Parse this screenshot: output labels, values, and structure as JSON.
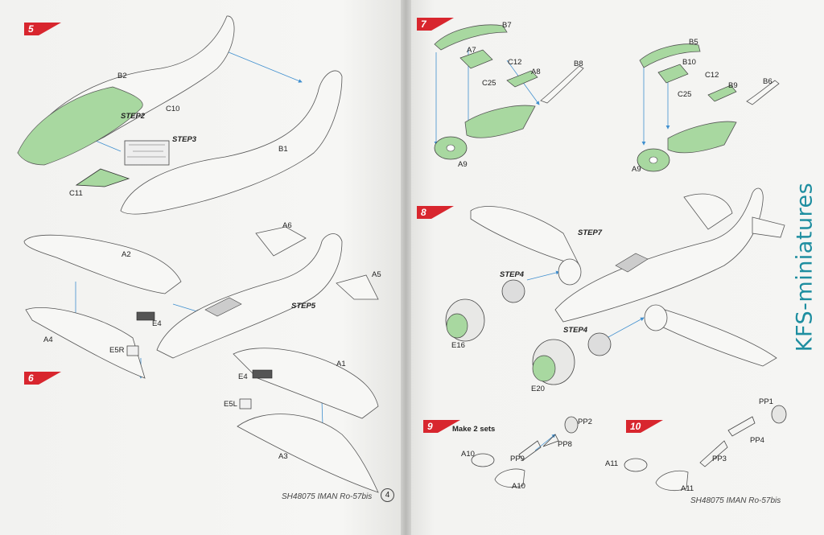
{
  "booklet": {
    "left_page": {
      "footer_text": "SH48075 IMAN Ro-57bis",
      "page_number": "4",
      "steps": [
        {
          "number": "5"
        },
        {
          "number": "6"
        }
      ]
    },
    "right_page": {
      "footer_text": "SH48075 IMAN Ro-57bis",
      "steps": [
        {
          "number": "7"
        },
        {
          "number": "8"
        },
        {
          "number": "9",
          "note": "Make 2 sets"
        },
        {
          "number": "10"
        }
      ]
    }
  },
  "part_labels": {
    "b2": "B2",
    "b1": "B1",
    "c10": "C10",
    "c11": "C11",
    "a2": "A2",
    "a4": "A4",
    "a6": "A6",
    "a5": "A5",
    "a1": "A1",
    "a3": "A3",
    "e4a": "E4",
    "e4b": "E4",
    "e5r": "E5R",
    "e5l": "E5L",
    "b7": "B7",
    "a7": "A7",
    "c12a": "C12",
    "a8": "A8",
    "b8": "B8",
    "c25a": "C25",
    "a9a": "A9",
    "b5": "B5",
    "b10": "B10",
    "c12b": "C12",
    "b9": "B9",
    "b6": "B6",
    "c25b": "C25",
    "a9b": "A9",
    "e16": "E16",
    "e20": "E20",
    "pp2": "PP2",
    "pp8": "PP8",
    "pp9": "PP9",
    "a10a": "A10",
    "a10b": "A10",
    "pp1": "PP1",
    "pp4": "PP4",
    "pp3": "PP3",
    "a11a": "A11",
    "a11b": "A11"
  },
  "step_refs": {
    "s2": "STEP2",
    "s3": "STEP3",
    "s5": "STEP5",
    "s7": "STEP7",
    "s4a": "STEP4",
    "s4b": "STEP4"
  },
  "watermark": "KFS-miniatures",
  "colors": {
    "highlight_green": "#a8d8a0",
    "flag_red": "#d8262e",
    "arrow_blue": "#3f8fcf",
    "watermark": "#1e8ea0"
  }
}
